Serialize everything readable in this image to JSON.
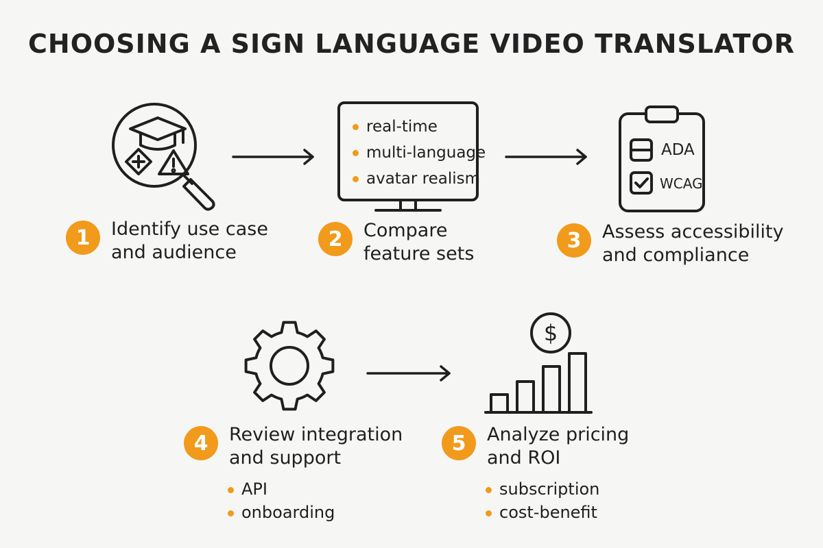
{
  "title": "CHOOSING A SIGN LANGUAGE VIDEO TRANSLATOR",
  "steps": [
    {
      "number": "1",
      "line1": "Identify use case",
      "line2": "and audience"
    },
    {
      "number": "2",
      "line1": "Compare",
      "line2": "feature sets"
    },
    {
      "number": "3",
      "line1": "Assess accessibility",
      "line2": "and compliance"
    },
    {
      "number": "4",
      "line1": "Review integration",
      "line2": "and support"
    },
    {
      "number": "5",
      "line1": "Analyze pricing",
      "line2": "and ROI"
    }
  ],
  "monitor": {
    "items": [
      "real-time",
      "multi-language",
      "avatar realism"
    ]
  },
  "checklist": {
    "items": [
      "ADA",
      "WCAG"
    ]
  },
  "pricing": {
    "symbol": "$"
  },
  "step4_bullets": [
    "API",
    "onboarding"
  ],
  "step5_bullets": [
    "subscription",
    "cost-benefit"
  ],
  "colors": {
    "accent": "#f19a1b",
    "stroke": "#1f1f1f",
    "background": "#f6f6f5"
  },
  "icons": [
    "magnifier-icon",
    "graduation-cap-icon",
    "plus-diamond-icon",
    "warning-triangle-icon",
    "monitor-icon",
    "clipboard-icon",
    "gear-icon",
    "dollar-coin-icon",
    "bar-chart-icon",
    "arrow-right-icon"
  ]
}
